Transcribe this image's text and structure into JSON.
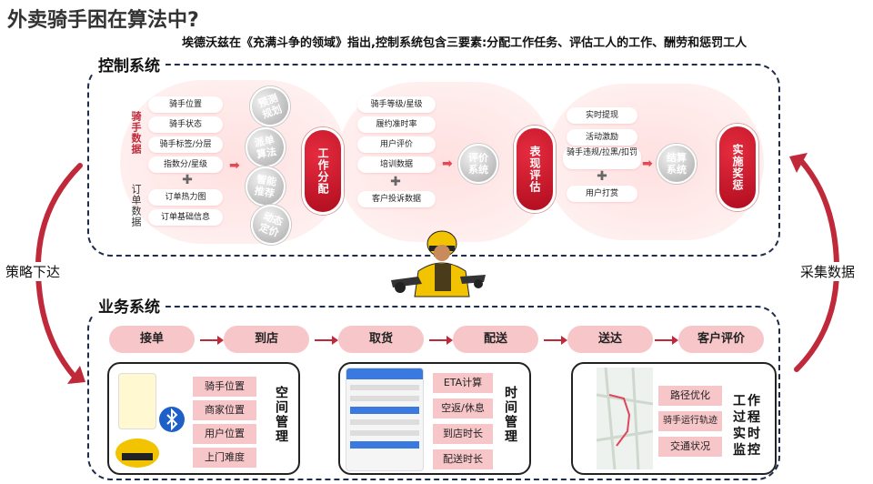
{
  "title": "外卖骑手困在算法中?",
  "subtitle": "埃德沃兹在《充满斗争的领域》指出,控制系统包含三要素:分配工作任务、评估工人的工作、酬劳和惩罚工人",
  "control": {
    "label": "控制系统",
    "rider_data_label": "骑手数据",
    "order_data_label": "订单数据",
    "rider_items": [
      "骑手位置",
      "骑手状态",
      "骑手标签/分层",
      "指数分/星级"
    ],
    "order_items": [
      "订单热力图",
      "订单基础信息"
    ],
    "algos": [
      "预测规划",
      "派单算法",
      "智能推荐",
      "动态定价"
    ],
    "hub1": "工作分配",
    "eval_items": [
      "骑手等级/星级",
      "履约准时率",
      "用户评价",
      "培训数据"
    ],
    "eval_extra": "客户投诉数据",
    "eval_circle": "评价系统",
    "hub2": "表现评估",
    "settle_items": [
      "实时提现",
      "活动激励",
      "骑手违规/拉黑/扣罚"
    ],
    "settle_extra": "用户打赏",
    "settle_circle": "结算系统",
    "hub3": "实施奖惩"
  },
  "business": {
    "label": "业务系统",
    "flow": [
      "接单",
      "到店",
      "取货",
      "配送",
      "送达",
      "客户评价"
    ],
    "panels": [
      {
        "title": "空间管理",
        "tags": [
          "骑手位置",
          "商家位置",
          "用户位置",
          "上门难度"
        ]
      },
      {
        "title": "时间管理",
        "tags": [
          "ETA计算",
          "空返/休息",
          "到店时长",
          "配送时长"
        ]
      },
      {
        "title": "工作过程实时监控",
        "tags": [
          "路径优化",
          "骑手运行轨迹",
          "交通状况"
        ]
      }
    ]
  },
  "side": {
    "left": "策略下达",
    "right": "采集数据"
  },
  "colors": {
    "accent": "#c0293a",
    "flow_pill": "#f7c6c9",
    "border": "#1f2d4d"
  }
}
